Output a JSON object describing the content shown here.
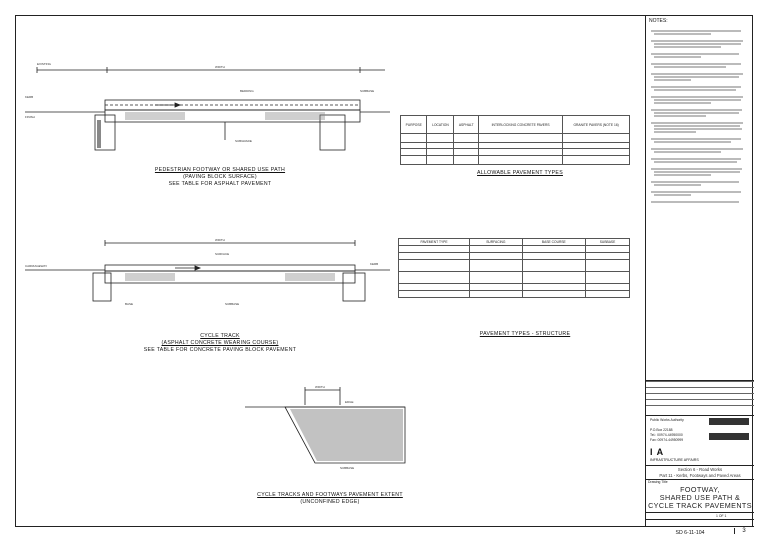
{
  "sections": {
    "pedestrian": {
      "title": "PEDESTRIAN FOOTWAY OR SHARED USE PATH",
      "subtitle": "(PAVING BLOCK SURFACE)",
      "note": "SEE TABLE FOR ASPHALT PAVEMENT"
    },
    "cycle": {
      "title": "CYCLE TRACK",
      "subtitle": "(ASPHALT CONCRETE WEARING COURSE)",
      "note": "SEE TABLE FOR CONCRETE PAVING BLOCK PAVEMENT"
    },
    "extent": {
      "title": "CYCLE TRACKS AND FOOTWAYS PAVEMENT EXTENT",
      "subtitle": "(UNCONFINED EDGE)"
    },
    "allowable_caption": "ALLOWABLE PAVEMENT TYPES",
    "structure_caption": "PAVEMENT TYPES - STRUCTURE"
  },
  "allowable_table": {
    "headers": [
      "PURPOSE",
      "LOCATION",
      "ASPHALT",
      "INTERLOCKING CONCRETE PAVERS",
      "GRANITE PAVERS (NOTE 16)"
    ]
  },
  "structure_table": {
    "headers": [
      "PAVEMENT TYPE",
      "SURFACING",
      "BASE COURSE",
      "SUBBASE"
    ]
  },
  "title_block": {
    "notes_heading": "NOTES:",
    "authority": "Public Works Authority",
    "po_box": "P.O.Box 22188",
    "tel": "Tel.: 00974-44950000",
    "fax": "Fax: 00974-44950999",
    "logo": "I A",
    "logo_sub": "INFRASTRUCTURE AFFAIRS",
    "section": "Section 6 - Road Works",
    "part": "Part 11 - Kerbs, Footways and Paved Areas",
    "drawing_title_label": "Drawing Title",
    "drawing_title": [
      "FOOTWAY,",
      "SHARED USE PATH &",
      "CYCLE TRACK PAVEMENTS"
    ],
    "sheet": "1 OF 1",
    "drawing_number": "SD 6-11-104",
    "revision": "3"
  }
}
